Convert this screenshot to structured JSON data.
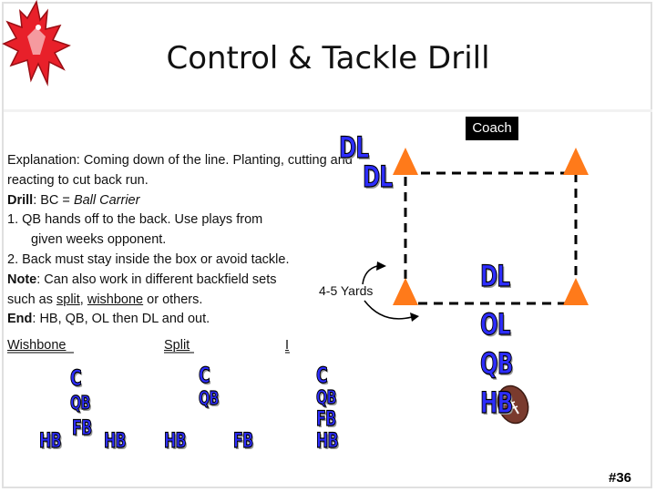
{
  "slide": {
    "title": "Control & Tackle Drill",
    "slide_number": "#36"
  },
  "coach_label": "Coach",
  "explanation": {
    "line1_label": "Explanation",
    "line1_text": ": Coming down of the line.  Planting, cutting and reacting to cut back run.",
    "drill_label": "Drill",
    "drill_text": ": BC = ",
    "drill_italic": "Ball Carrier",
    "step1": "1.  QB hands off to the back.  Use plays from",
    "step1_cont": "given weeks opponent.",
    "step2": "2.  Back must stay inside the box or avoid tackle.",
    "note_label": "Note",
    "note_text": ":  Can also work in different backfield sets",
    "note_cont_pre": "such as ",
    "note_split": "split",
    "note_comma": ", ",
    "note_wishbone": "wishbone",
    "note_cont_post": " or others.",
    "end_label": "End",
    "end_text": ":  HB, QB, OL then DL and out."
  },
  "yards_label": "4-5 Yards",
  "formations": {
    "wishbone_label": "Wishbone",
    "split_label": "Split",
    "i_label": "I"
  },
  "positions": {
    "dl_1": "DL",
    "dl_2": "DL",
    "drill_dl": "DL",
    "drill_ol": "OL",
    "drill_qb": "QB",
    "drill_hb": "HB",
    "wb_c": "C",
    "wb_qb": "QB",
    "wb_fb": "FB",
    "wb_hb_left": "HB",
    "wb_hb_right": "HB",
    "split_c": "C",
    "split_qb": "QB",
    "split_hb": "HB",
    "split_fb": "FB",
    "i_c": "C",
    "i_qb": "QB",
    "i_fb": "FB",
    "i_hb": "HB"
  },
  "colors": {
    "cone": "#ff7a1a",
    "position_letters": "#2d2dff",
    "logo": "#e8202a",
    "football": "#7a3b2e"
  },
  "icons": {
    "logo": "red-hawk-logo-icon",
    "cone": "orange-cone-icon",
    "football": "football-icon"
  }
}
